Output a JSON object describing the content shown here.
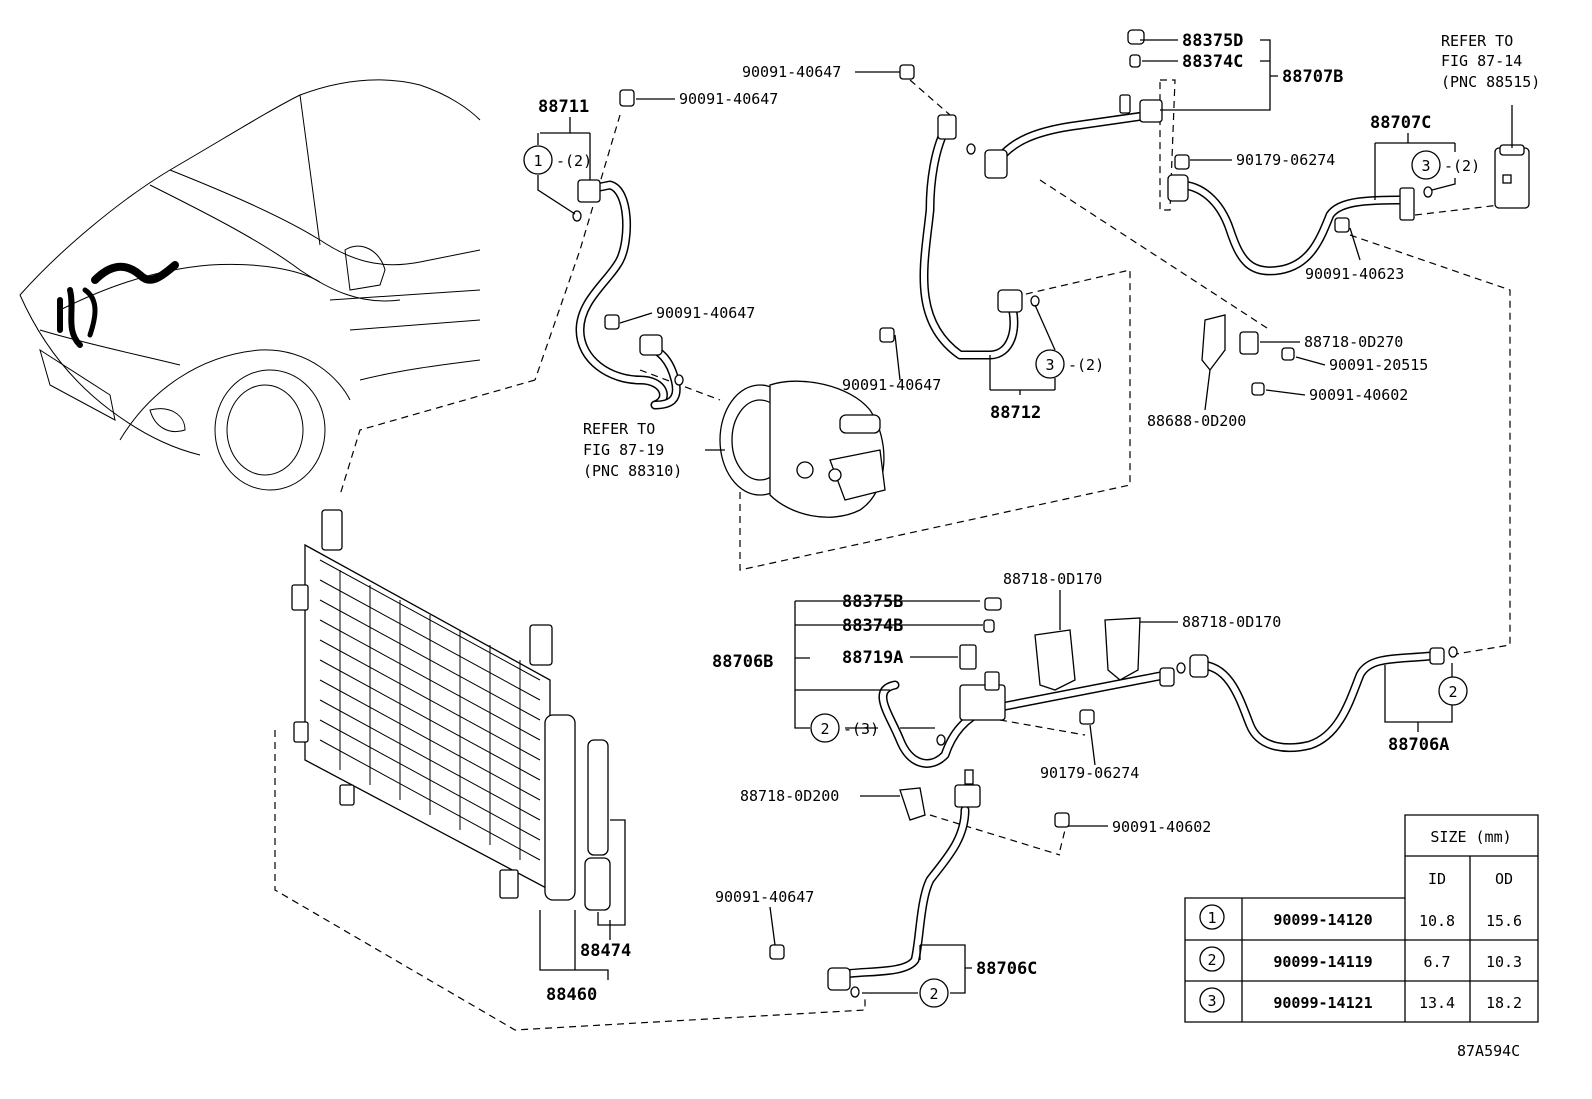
{
  "figure_code": "87A594C",
  "callouts": [
    {
      "id": "c88711",
      "text": "88711",
      "bold": true
    },
    {
      "id": "c90091_40647_a",
      "text": "90091-40647"
    },
    {
      "id": "c90091_40647_b",
      "text": "90091-40647"
    },
    {
      "id": "c90091_40647_c",
      "text": "90091-40647"
    },
    {
      "id": "c90091_40647_d",
      "text": "90091-40647"
    },
    {
      "id": "c90091_40647_e",
      "text": "90091-40647"
    },
    {
      "id": "c88375D",
      "text": "88375D",
      "bold": true
    },
    {
      "id": "c88374C",
      "text": "88374C",
      "bold": true
    },
    {
      "id": "c88707B",
      "text": "88707B",
      "bold": true
    },
    {
      "id": "c88707C",
      "text": "88707C",
      "bold": true
    },
    {
      "id": "c90179_06274_a",
      "text": "90179-06274"
    },
    {
      "id": "c90179_06274_b",
      "text": "90179-06274"
    },
    {
      "id": "c90091_40623",
      "text": "90091-40623"
    },
    {
      "id": "c88712",
      "text": "88712",
      "bold": true
    },
    {
      "id": "c88718_0D270",
      "text": "88718-0D270"
    },
    {
      "id": "c90091_20515",
      "text": "90091-20515"
    },
    {
      "id": "c90091_40602_a",
      "text": "90091-40602"
    },
    {
      "id": "c90091_40602_b",
      "text": "90091-40602"
    },
    {
      "id": "c88688_0D200",
      "text": "88688-0D200"
    },
    {
      "id": "c88375B",
      "text": "88375B",
      "bold": true
    },
    {
      "id": "c88374B",
      "text": "88374B",
      "bold": true
    },
    {
      "id": "c88719A",
      "text": "88719A",
      "bold": true
    },
    {
      "id": "c88706B",
      "text": "88706B",
      "bold": true
    },
    {
      "id": "c88718_0D170_a",
      "text": "88718-0D170"
    },
    {
      "id": "c88718_0D170_b",
      "text": "88718-0D170"
    },
    {
      "id": "c88706A",
      "text": "88706A",
      "bold": true
    },
    {
      "id": "c88718_0D200",
      "text": "88718-0D200"
    },
    {
      "id": "c88706C",
      "text": "88706C",
      "bold": true
    },
    {
      "id": "c88474",
      "text": "88474",
      "bold": true
    },
    {
      "id": "c88460",
      "text": "88460",
      "bold": true
    }
  ],
  "qty_labels": {
    "q1": "-(2)",
    "q3a": "-(2)",
    "q3b": "-(2)",
    "q2": "-(3)"
  },
  "circle_markers": {
    "one": "1",
    "two": "2",
    "three": "3"
  },
  "references": [
    {
      "id": "ref_87_14",
      "lines": [
        "REFER TO",
        "FIG 87-14",
        "(PNC 88515)"
      ]
    },
    {
      "id": "ref_87_19",
      "lines": [
        "REFER TO",
        "FIG 87-19",
        "(PNC 88310)"
      ]
    }
  ],
  "size_table": {
    "title": "SIZE (mm)",
    "headers": [
      "ID",
      "OD"
    ],
    "rows": [
      {
        "mark": "1",
        "part": "90099-14120",
        "id": "10.8",
        "od": "15.6"
      },
      {
        "mark": "2",
        "part": "90099-14119",
        "id": "6.7",
        "od": "10.3"
      },
      {
        "mark": "3",
        "part": "90099-14121",
        "id": "13.4",
        "od": "18.2"
      }
    ]
  }
}
